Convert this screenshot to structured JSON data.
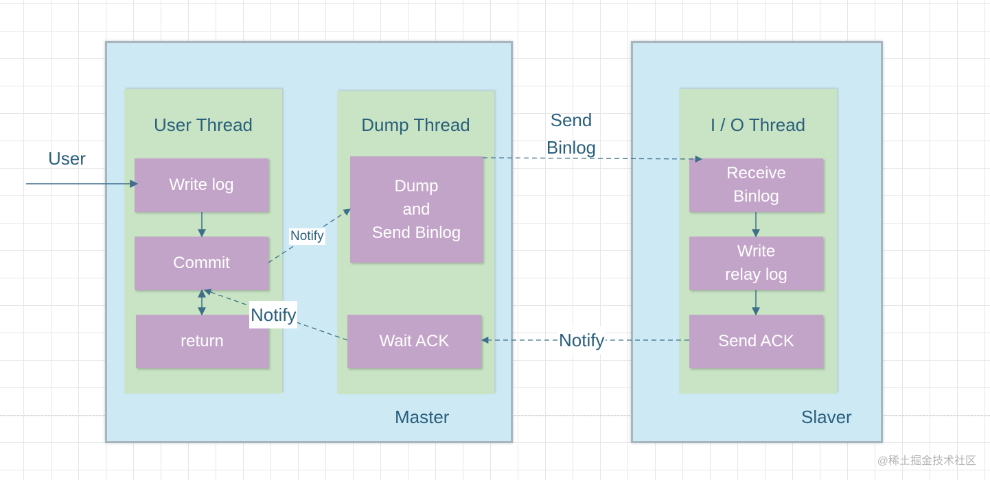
{
  "regions": {
    "master": {
      "label": "Master"
    },
    "slaver": {
      "label": "Slaver"
    }
  },
  "lanes": {
    "user_thread": {
      "title": "User Thread"
    },
    "dump_thread": {
      "title": "Dump Thread"
    },
    "io_thread": {
      "title": "I / O Thread"
    }
  },
  "nodes": {
    "write_log": "Write log",
    "commit": "Commit",
    "return": "return",
    "dump_send_binlog": "Dump\nand\nSend  Binlog",
    "wait_ack": "Wait ACK",
    "receive_binlog": "Receive\nBinlog",
    "write_relay_log": "Write\nrelay log",
    "send_ack": "Send ACK"
  },
  "edge_labels": {
    "user": "User",
    "send_binlog": "Send\nBinlog",
    "notify_dump": "Notify",
    "notify_commit": "Notify",
    "notify_ack": "Notify"
  },
  "colors": {
    "region_fill": "#cde9f4",
    "lane_fill": "#c8e4c4",
    "node_fill": "#c3a4c9",
    "connector": "#3d6f8a",
    "text": "#2a5f7c"
  },
  "watermark": "@稀土掘金技术社区"
}
